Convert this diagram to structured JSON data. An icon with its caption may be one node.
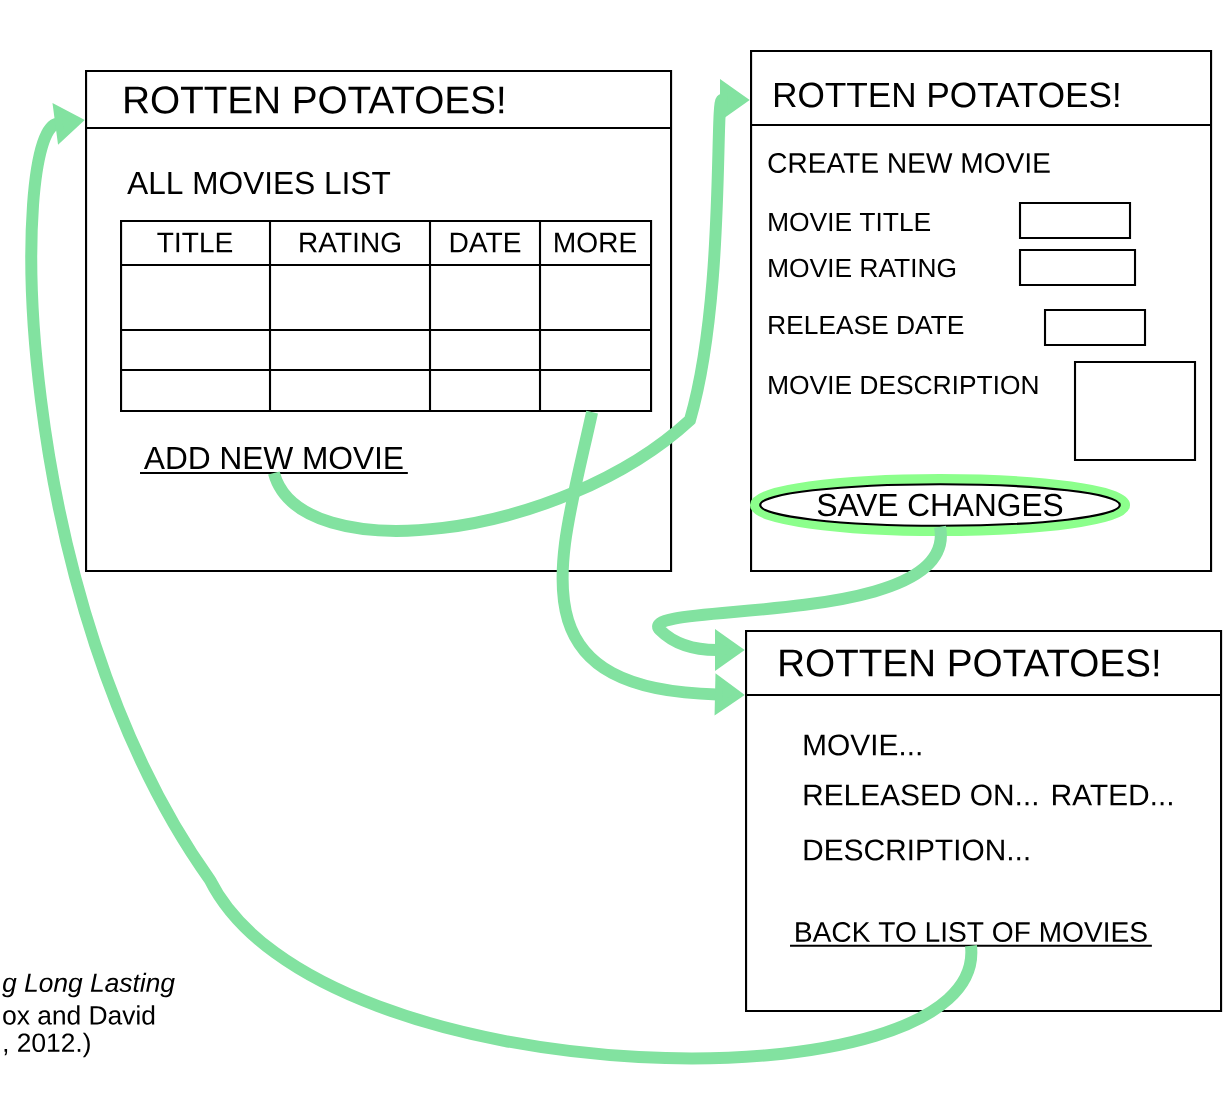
{
  "diagram": {
    "nodes": [
      {
        "text": [
          "ROTTEN POTATOES!",
          "ALL MOVIES LIST"
        ]
      },
      {
        "text": [
          "TITLE",
          "RATING",
          "DATE",
          "MORE"
        ],
        "in": 0
      },
      {
        "text": [
          "ADD NEW MOVIE"
        ],
        "in": 0
      },
      {
        "text": [
          "ROTTEN POTATOES!",
          "CREATE NEW MOVIE",
          "MOVIE TITLE",
          "MOVIE RATING",
          "RELEASE DATE",
          "MOVIE DESCRIPTION"
        ]
      },
      {
        "text": [
          "SAVE CHANGES"
        ],
        "in": 3
      },
      {
        "text": [
          "ROTTEN POTATOES!",
          "MOVIE...",
          "RELEASED ON... RATED...",
          "DESCRIPTION..."
        ]
      },
      {
        "text": [
          "BACK TO LIST OF MOVIES"
        ],
        "in": 5
      }
    ],
    "edges": [
      {
        "from": 2,
        "to": 3,
        "arrow": "to"
      },
      {
        "from": 1,
        "to": 5,
        "arrow": "to"
      },
      {
        "from": 4,
        "to": 5,
        "arrow": "to"
      },
      {
        "from": 6,
        "to": 0,
        "arrow": "to"
      }
    ],
    "labels": [
      "g Long Lasting",
      "ox and David",
      ", 2012.)"
    ]
  }
}
